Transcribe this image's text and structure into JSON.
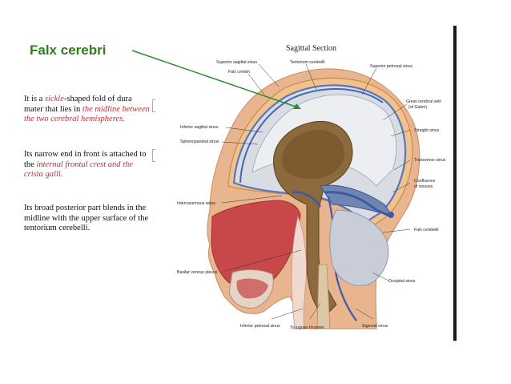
{
  "slide": {
    "title": "Falx cerebri",
    "para1": {
      "a": "It is a ",
      "b": "sickle",
      "c": "-shaped fold of dura mater that lies in ",
      "d": "the midline between the two cerebral hemispheres.",
      "d_lead": "the"
    },
    "para2": {
      "a": "Its narrow end in front is attached to the ",
      "b": "internal frontal crest and the crista galli."
    },
    "para3": "Its broad posterior part blends in the midline with the upper surface of the tentorium cerebelli."
  },
  "figure": {
    "title": "Sagittal Section",
    "labels": {
      "superior_sagittal_sinus": "Superior sagittal sinus",
      "tentorium_cerebelli": "Tentorium cerebelli",
      "falx_cerebri_top": "Falx cerebri",
      "superior_petrosal_sinus": "Superior petrosal sinus",
      "great_cerebral_vein": "Great cerebral vein",
      "of_galen": "(of Galen)",
      "inferior_sagittal_sinus": "Inferior sagittal sinus",
      "straight_sinus": "Straight sinus",
      "sphenoparietal_sinus": "Sphenoparietal sinus",
      "transverse_sinus": "Transverse sinus",
      "confluence_of": "Confluence",
      "confluence_sinuses": "of sinuses",
      "intercavernous_sinus": "Intercavernous sinus",
      "falx_cerebelli": "Falx cerebelli",
      "basilar_venous_plexus": "Basilar venous plexus",
      "occipital_sinus": "Occipital sinus",
      "inferior_petrosal_sinus": "Inferior petrosal sinus",
      "to_jugular_foramen": "To jugular foramen",
      "sigmoid_sinus": "Sigmoid sinus"
    }
  },
  "colors": {
    "title_green": "#2e7d1f",
    "emphasis_red": "#b8333a",
    "arrow_green": "#2e8b2e"
  }
}
